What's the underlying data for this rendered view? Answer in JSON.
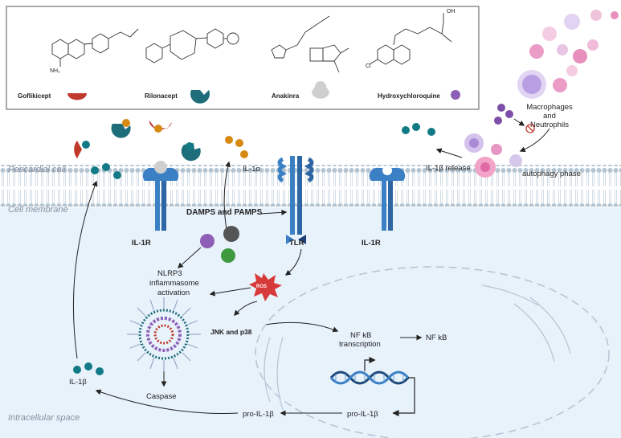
{
  "colors": {
    "gofilnicept": "#c0392b",
    "rilonacept": "#1e6d7a",
    "anakinra": "#cfcfcf",
    "hydroxychloroquine": "#8e5fb6",
    "cytokine": "#127a86",
    "il1a": "#d78a12",
    "receptor": "#3b7fc4",
    "membrane_head": "#b8c9d6",
    "cytoplasm": "#e7f2fb",
    "ros": "#d73a3a"
  },
  "drugs": [
    {
      "name": "Goflikicept",
      "icon": "red-receptor-trap-icon"
    },
    {
      "name": "Rilonacept",
      "icon": "teal-receptor-trap-icon"
    },
    {
      "name": "Anakinra",
      "icon": "grey-antagonist-icon"
    },
    {
      "name": "Hydroxychloroquine",
      "icon": "purple-molecule-icon"
    }
  ],
  "regions": {
    "pericardial_cell": "Pericardial cell",
    "cell_membrane": "Cell membrane",
    "intracellular_space": "Intracellular space"
  },
  "labels": {
    "il1a": "IL-1α",
    "damps_pamps": "DAMPS and PAMPS",
    "il1r_left": "IL-1R",
    "tlr": "TLR",
    "il1r_right": "IL-1R",
    "nlrp3": [
      "NLRP3",
      "inflammasome",
      "activation"
    ],
    "ros": "ROS",
    "jnk_p38": "JNK and p38",
    "nfkb_transcription": [
      "NF kB",
      "transcription"
    ],
    "nfkb": "NF kB",
    "il1b_left": "IL-1β",
    "caspase": "Caspase",
    "pro_il1b_mid": "pro-IL-1β",
    "pro_il1b_right": "pro-IL-1β",
    "il1b_release": "IL-1β release",
    "autophagy_phase": "autophagy phase",
    "macrophages": [
      "Macrophages",
      "and",
      "Neutrophils"
    ]
  }
}
